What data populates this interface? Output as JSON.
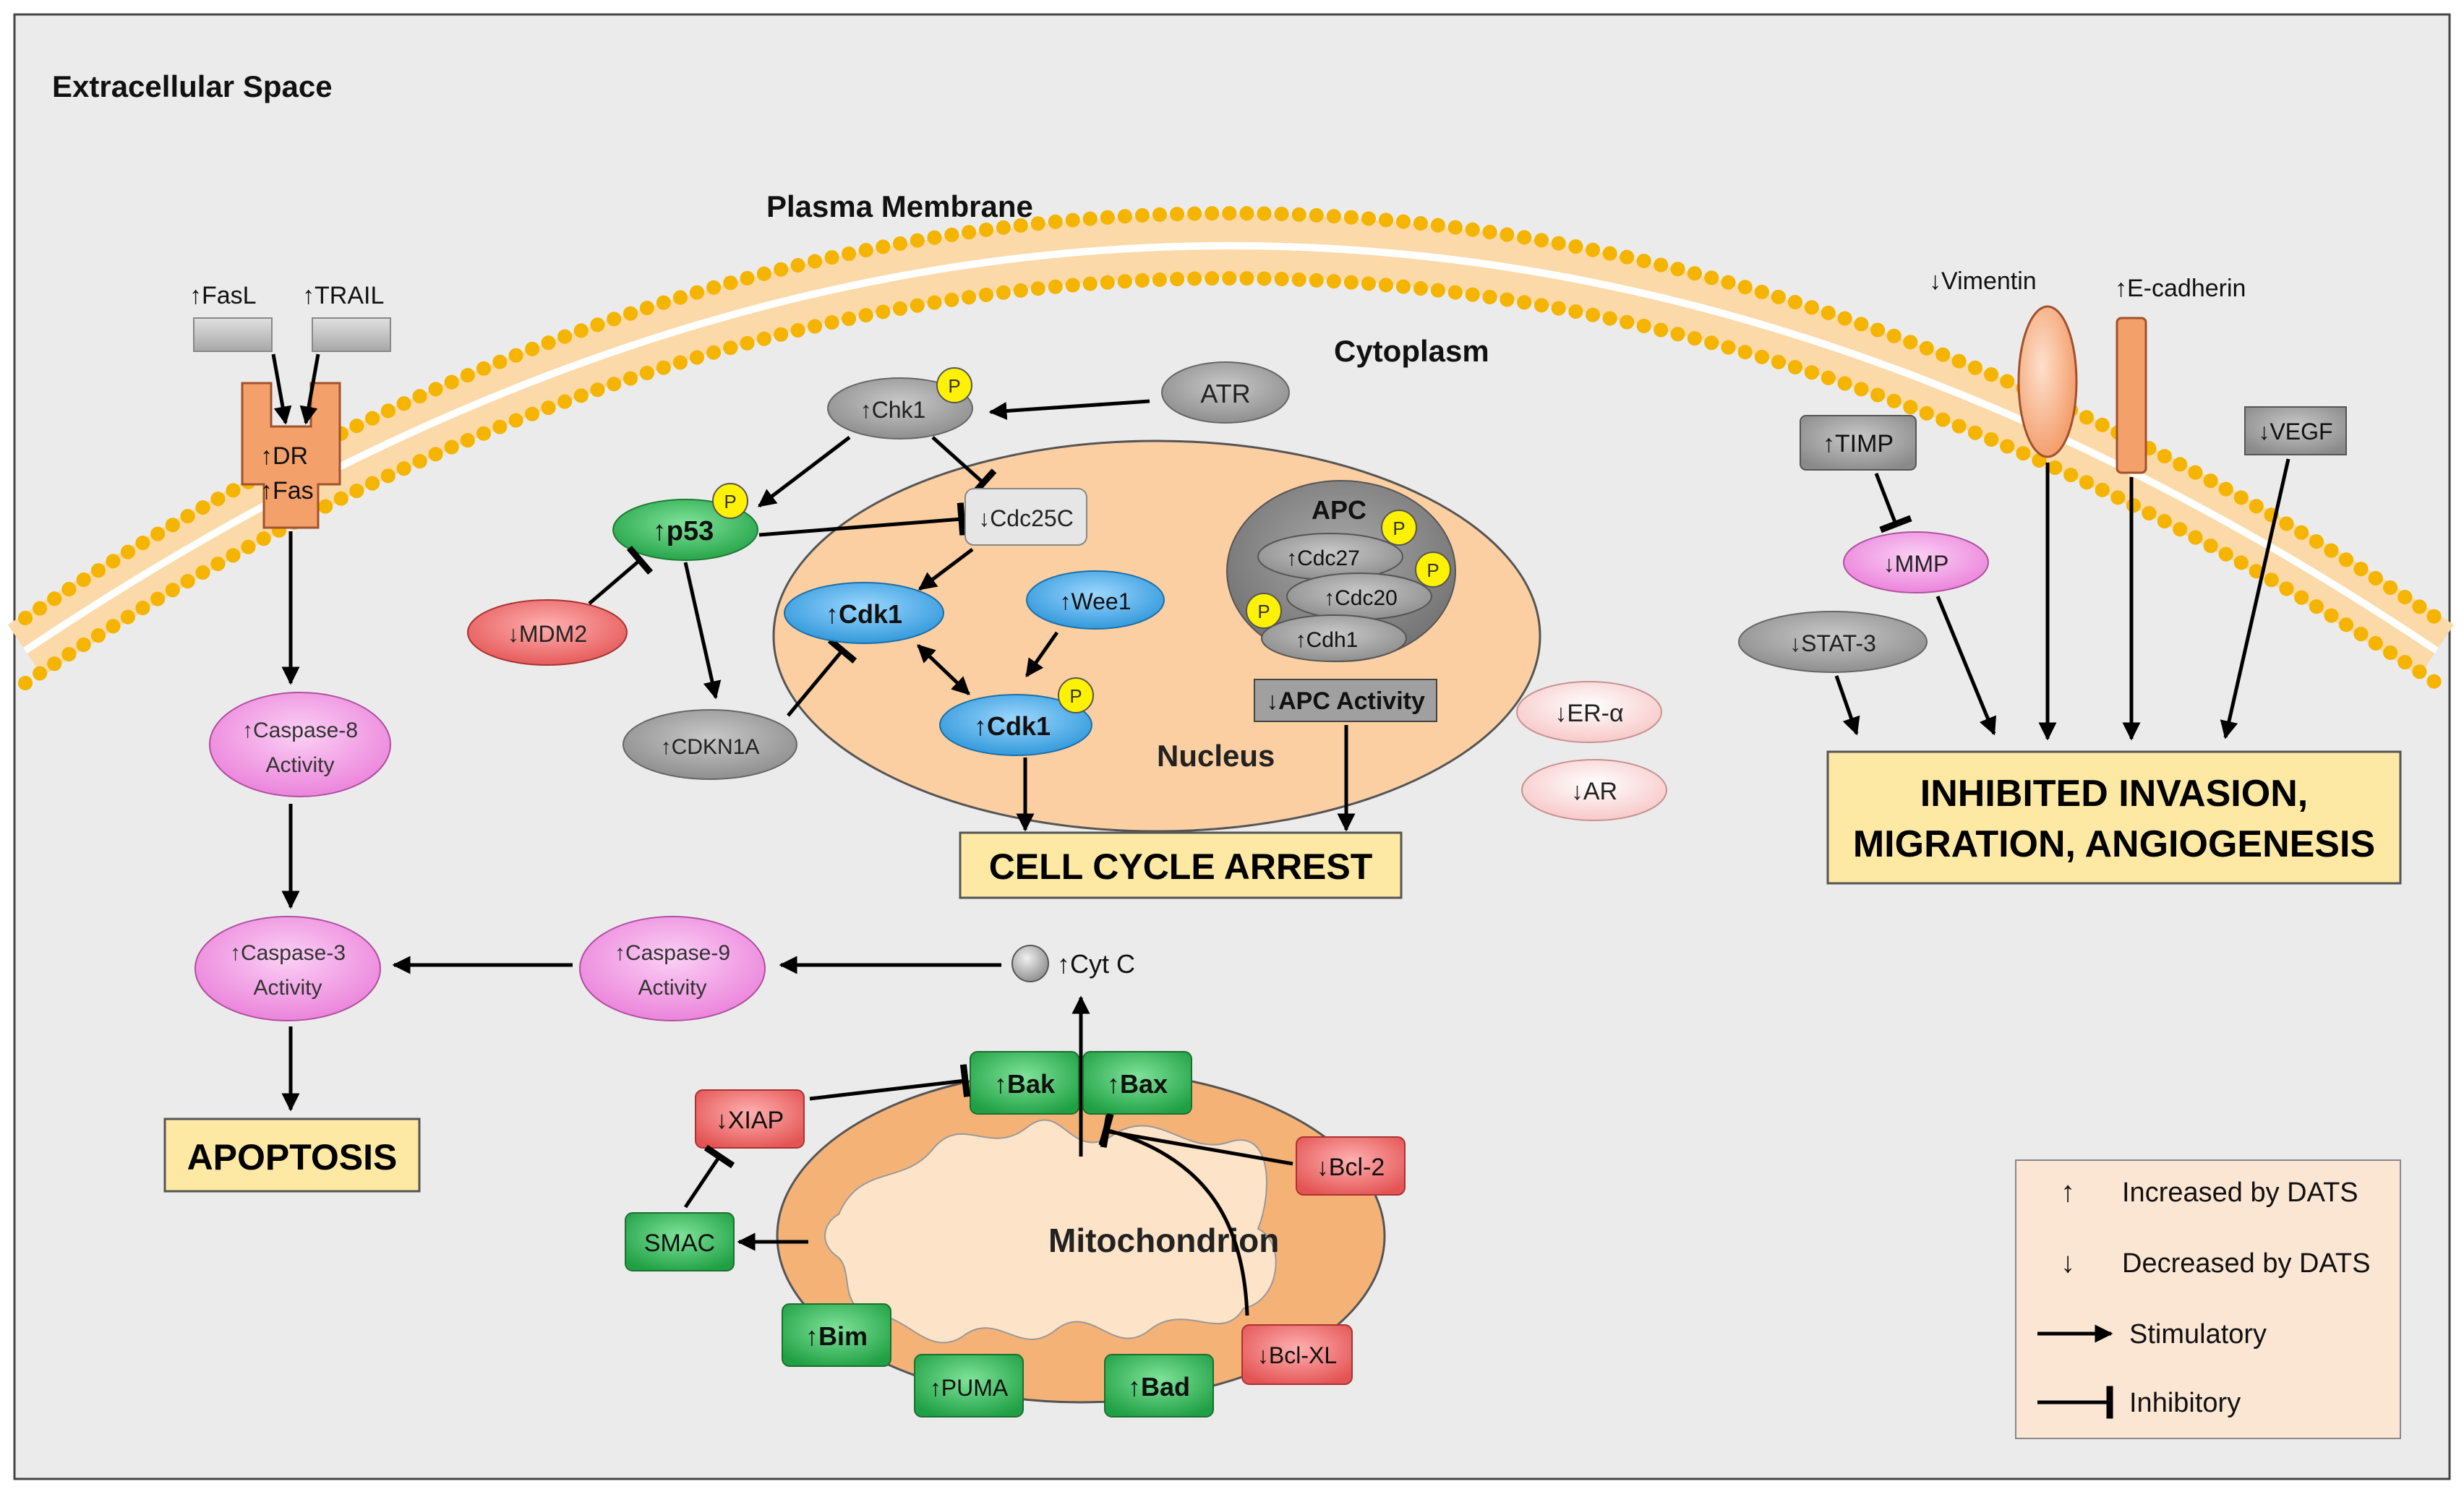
{
  "regions": {
    "extracellular": "Extracellular Space",
    "membrane": "Plasma Membrane",
    "cytoplasm": "Cytoplasm",
    "nucleus": "Nucleus",
    "mitochondrion": "Mitochondrion"
  },
  "receptors": {
    "fasl": "↑FasL",
    "trail": "↑TRAIL",
    "dr": "↑DR",
    "fas": "↑Fas"
  },
  "apoptosis_path": {
    "caspase8_l1": "↑Caspase-8",
    "caspase8_l2": "Activity",
    "caspase3_l1": "↑Caspase-3",
    "caspase3_l2": "Activity",
    "caspase9_l1": "↑Caspase-9",
    "caspase9_l2": "Activity",
    "cytc": "↑Cyt C",
    "outcome": "APOPTOSIS"
  },
  "cell_cycle": {
    "chk1": "↑Chk1",
    "atr": "ATR",
    "p53": "↑p53",
    "mdm2": "↓MDM2",
    "cdkn1a": "↑CDKN1A",
    "cdc25c": "↓Cdc25C",
    "cdk1_a": "↑Cdk1",
    "wee1": "↑Wee1",
    "cdk1_b": "↑Cdk1",
    "apc": "APC",
    "cdc27": "↑Cdc27",
    "cdc20": "↑Cdc20",
    "cdh1": "↑Cdh1",
    "apc_activity": "↓APC Activity",
    "er_alpha": "↓ER-α",
    "ar": "↓AR",
    "outcome": "CELL CYCLE ARREST",
    "phospho": "P"
  },
  "mito": {
    "bak": "↑Bak",
    "bax": "↑Bax",
    "xiap": "↓XIAP",
    "bcl2": "↓Bcl-2",
    "smac": "SMAC",
    "bim": "↑Bim",
    "puma": "↑PUMA",
    "bad": "↑Bad",
    "bclxl": "↓Bcl-XL"
  },
  "invasion": {
    "vimentin": "↓Vimentin",
    "ecadherin": "↑E-cadherin",
    "timp": "↑TIMP",
    "vegf": "↓VEGF",
    "mmp": "↓MMP",
    "stat3": "↓STAT-3",
    "outcome_l1": "INHIBITED INVASION,",
    "outcome_l2": "MIGRATION, ANGIOGENESIS"
  },
  "legend": {
    "increased_symbol": "↑",
    "increased": "Increased by DATS",
    "decreased_symbol": "↓",
    "decreased": "Decreased by DATS",
    "stimulatory": "Stimulatory",
    "inhibitory": "Inhibitory"
  },
  "colors": {
    "background": "#ebebeb",
    "membrane_bead": "#f4b400",
    "membrane_inner": "#fbd9a8",
    "nucleus": "#fbcfa2",
    "mito_outer": "#f4b277",
    "mito_inner": "#fde3c8",
    "green": "#2fb04f",
    "blue": "#3fa9e6",
    "pink": "#f08ce0",
    "red": "#ef6a6a",
    "gray": "#9a9a9a",
    "outcome_box": "#fde9a3",
    "phospho": "#fff200"
  }
}
